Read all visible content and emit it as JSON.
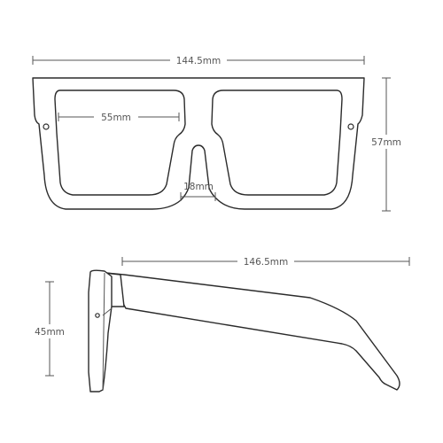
{
  "front_view": {
    "total_width_label": "144.5mm",
    "lens_width_label": "55mm",
    "bridge_label": "18mm",
    "frame_height_label": "57mm"
  },
  "side_view": {
    "temple_length_label": "146.5mm",
    "lens_height_label": "45mm"
  },
  "colors": {
    "outline": "#2b2b2b",
    "dimension": "#555555",
    "background": "#ffffff"
  }
}
